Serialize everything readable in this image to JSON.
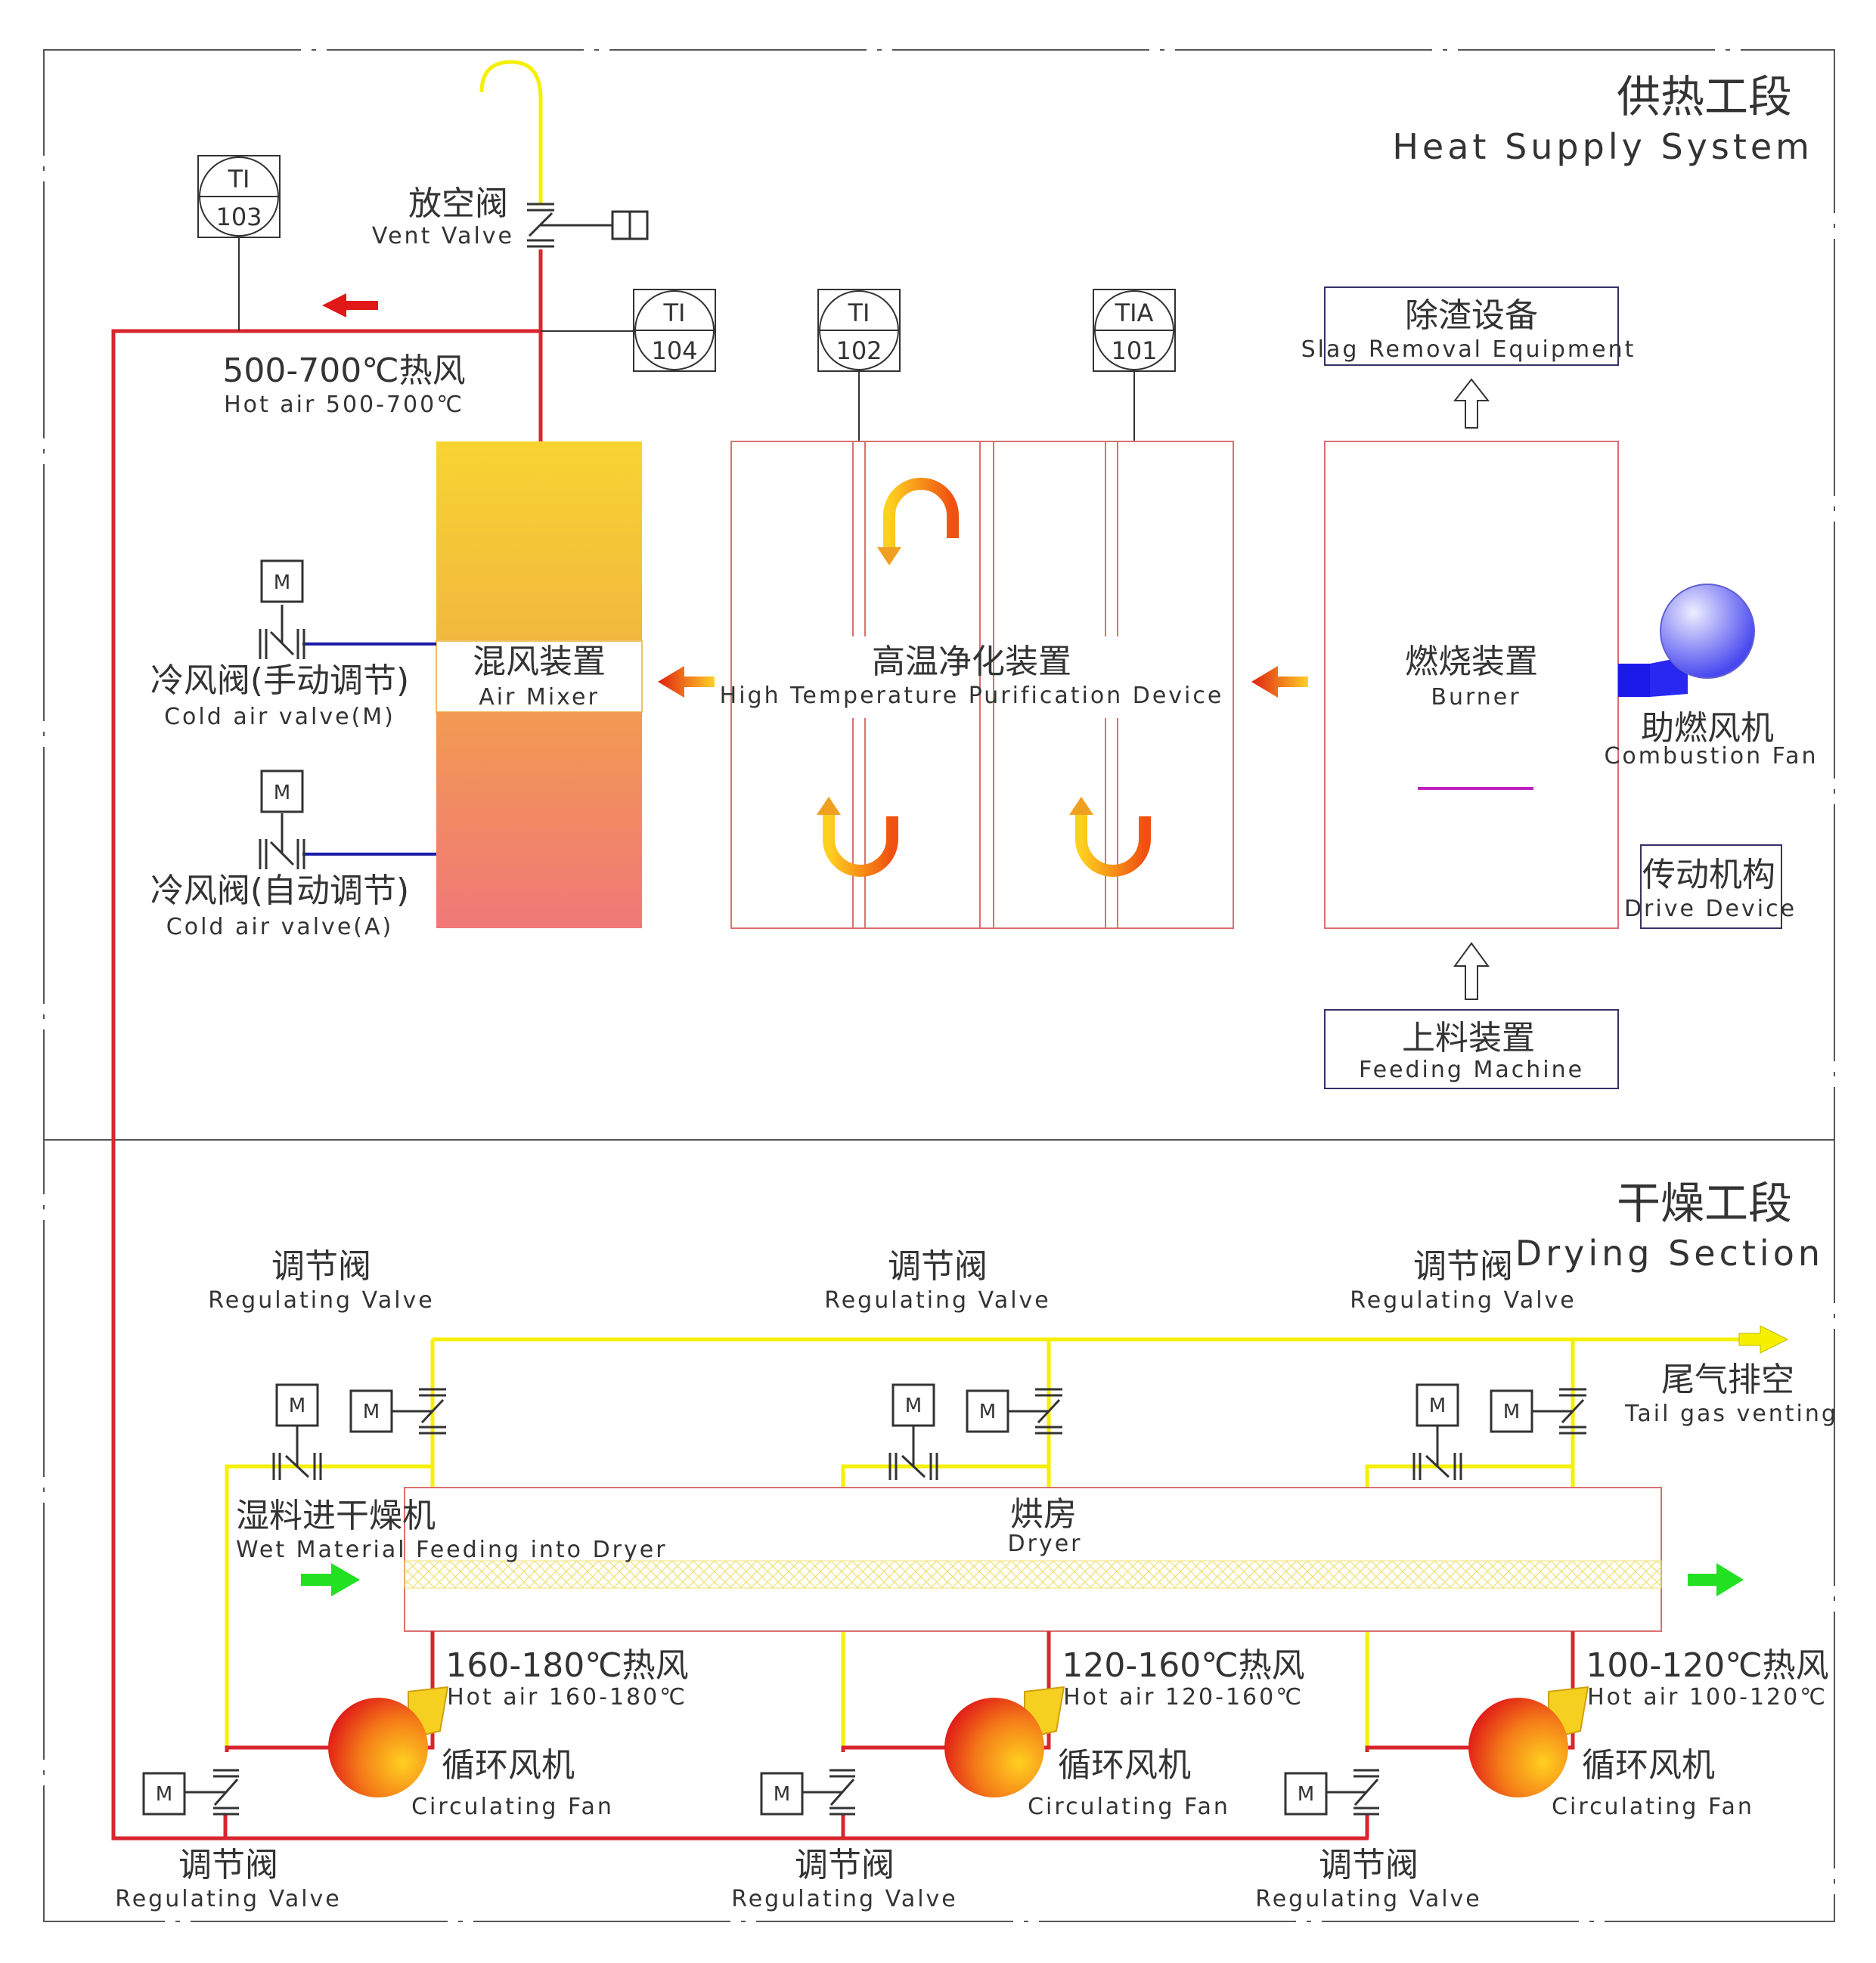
{
  "sections": {
    "heat": {
      "zh": "供热工段",
      "en": "Heat Supply System"
    },
    "drying": {
      "zh": "干燥工段",
      "en": "Drying Section"
    }
  },
  "instruments": [
    {
      "top": "TI",
      "bottom": "103"
    },
    {
      "top": "TI",
      "bottom": "104"
    },
    {
      "top": "TI",
      "bottom": "102"
    },
    {
      "top": "TIA",
      "bottom": "101"
    }
  ],
  "motor_label": "M",
  "labels": {
    "vent_valve": {
      "zh": "放空阀",
      "en": "Vent Valve"
    },
    "hot_air_main": {
      "zh": "500-700℃热风",
      "en": "Hot air 500-700℃"
    },
    "slag_removal": {
      "zh": "除渣设备",
      "en": "Slag Removal Equipment"
    },
    "air_mixer": {
      "zh": "混风装置",
      "en": "Air Mixer"
    },
    "purification": {
      "zh": "高温净化装置",
      "en": "High Temperature Purification Device"
    },
    "burner": {
      "zh": "燃烧装置",
      "en": "Burner"
    },
    "combustion_fan": {
      "zh": "助燃风机",
      "en": "Combustion Fan"
    },
    "drive_device": {
      "zh": "传动机构",
      "en": "Drive Device"
    },
    "feeding_machine": {
      "zh": "上料装置",
      "en": "Feeding Machine"
    },
    "cold_valve_manual": {
      "zh": "冷风阀(手动调节)",
      "en": "Cold air valve(M)"
    },
    "cold_valve_auto": {
      "zh": "冷风阀(自动调节)",
      "en": "Cold air valve(A)"
    },
    "wet_feed": {
      "zh": "湿料进干燥机",
      "en": "Wet Material Feeding into Dryer"
    },
    "dryer": {
      "zh": "烘房",
      "en": "Dryer"
    },
    "tail_gas": {
      "zh": "尾气排空",
      "en": "Tail gas venting"
    }
  },
  "drying_units": [
    {
      "top_valve": {
        "zh": "调节阀",
        "en": "Regulating Valve"
      },
      "hot_air": {
        "zh": "160-180℃热风",
        "en": "Hot air 160-180℃"
      },
      "fan": {
        "zh": "循环风机",
        "en": "Circulating Fan"
      },
      "bottom_valve": {
        "zh": "调节阀",
        "en": "Regulating Valve"
      }
    },
    {
      "top_valve": {
        "zh": "调节阀",
        "en": "Regulating Valve"
      },
      "hot_air": {
        "zh": "120-160℃热风",
        "en": "Hot air 120-160℃"
      },
      "fan": {
        "zh": "循环风机",
        "en": "Circulating Fan"
      },
      "bottom_valve": {
        "zh": "调节阀",
        "en": "Regulating Valve"
      }
    },
    {
      "top_valve": {
        "zh": "调节阀",
        "en": "Regulating Valve"
      },
      "hot_air": {
        "zh": "100-120℃热风",
        "en": "Hot air 100-120℃"
      },
      "fan": {
        "zh": "循环风机",
        "en": "Circulating Fan"
      },
      "bottom_valve": {
        "zh": "调节阀",
        "en": "Regulating Valve"
      }
    }
  ],
  "colors": {
    "hot_line": "#d8262e",
    "exhaust_line": "#f5f000",
    "cold_line": "#1a1aa8",
    "equipment_outline": "#d97070",
    "border": "#555555",
    "flow_arrow_green": "#22e022"
  }
}
